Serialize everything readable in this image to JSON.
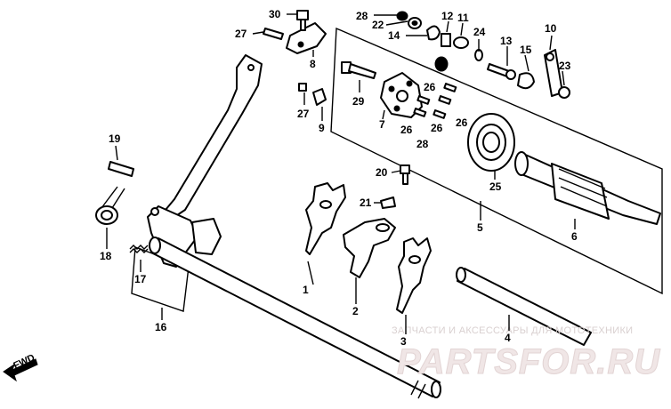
{
  "callouts": [
    {
      "id": "1",
      "label": "1"
    },
    {
      "id": "2",
      "label": "2"
    },
    {
      "id": "3",
      "label": "3"
    },
    {
      "id": "4",
      "label": "4"
    },
    {
      "id": "5",
      "label": "5"
    },
    {
      "id": "6",
      "label": "6"
    },
    {
      "id": "7",
      "label": "7"
    },
    {
      "id": "8",
      "label": "8"
    },
    {
      "id": "9",
      "label": "9"
    },
    {
      "id": "10",
      "label": "10"
    },
    {
      "id": "11",
      "label": "11"
    },
    {
      "id": "12",
      "label": "12"
    },
    {
      "id": "13",
      "label": "13"
    },
    {
      "id": "14",
      "label": "14"
    },
    {
      "id": "15",
      "label": "15"
    },
    {
      "id": "16",
      "label": "16"
    },
    {
      "id": "17",
      "label": "17"
    },
    {
      "id": "18",
      "label": "18"
    },
    {
      "id": "19",
      "label": "19"
    },
    {
      "id": "20",
      "label": "20"
    },
    {
      "id": "21",
      "label": "21"
    },
    {
      "id": "22",
      "label": "22"
    },
    {
      "id": "23",
      "label": "23"
    },
    {
      "id": "24",
      "label": "24"
    },
    {
      "id": "25",
      "label": "25"
    },
    {
      "id": "26a",
      "label": "26"
    },
    {
      "id": "26b",
      "label": "26"
    },
    {
      "id": "26c",
      "label": "26"
    },
    {
      "id": "26d",
      "label": "26"
    },
    {
      "id": "27a",
      "label": "27"
    },
    {
      "id": "27b",
      "label": "27"
    },
    {
      "id": "28a",
      "label": "28"
    },
    {
      "id": "28b",
      "label": "28"
    },
    {
      "id": "29",
      "label": "29"
    },
    {
      "id": "30",
      "label": "30"
    }
  ],
  "direction_marker": "FWD",
  "watermark": {
    "tagline": "ЗАПЧАСТИ И АКСЕССУАРЫ ДЛЯ МОТОТЕХНИКИ",
    "brand": "PARTSFOR.RU"
  }
}
